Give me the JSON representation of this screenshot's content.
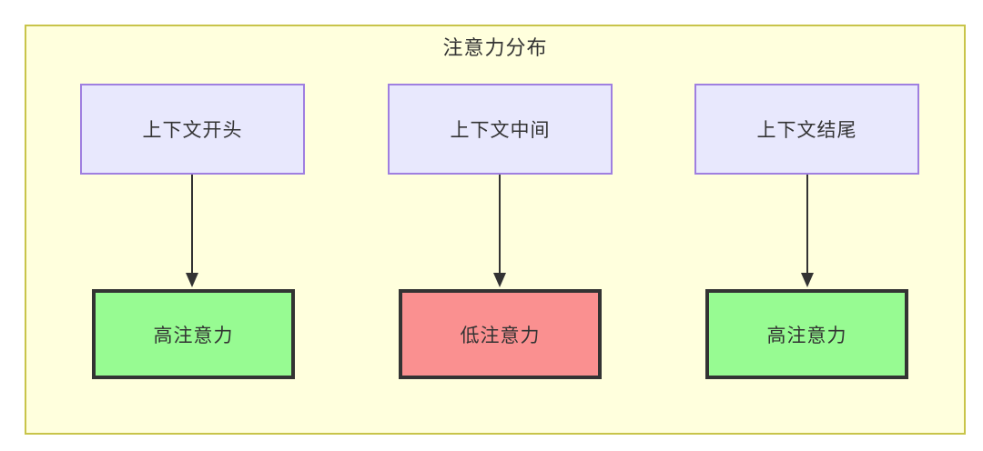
{
  "diagram": {
    "title": "注意力分布",
    "container": {
      "fill": "#ffffdd",
      "stroke": "#c8c44a"
    },
    "context_nodes": [
      {
        "id": "context-start",
        "label": "上下文开头",
        "fill": "#e8e8fd",
        "stroke": "#9f7fe0"
      },
      {
        "id": "context-middle",
        "label": "上下文中间",
        "fill": "#e8e8fd",
        "stroke": "#9f7fe0"
      },
      {
        "id": "context-end",
        "label": "上下文结尾",
        "fill": "#e8e8fd",
        "stroke": "#9f7fe0"
      }
    ],
    "attention_nodes": [
      {
        "id": "attention-high-start",
        "label": "高注意力",
        "fill": "#97fb92",
        "stroke": "#333333"
      },
      {
        "id": "attention-low-middle",
        "label": "低注意力",
        "fill": "#fa9090",
        "stroke": "#333333"
      },
      {
        "id": "attention-high-end",
        "label": "高注意力",
        "fill": "#97fb92",
        "stroke": "#333333"
      }
    ],
    "edges": [
      {
        "from": "context-start",
        "to": "attention-high-start",
        "arrow": "arrow-down-icon",
        "color": "#333333"
      },
      {
        "from": "context-middle",
        "to": "attention-low-middle",
        "arrow": "arrow-down-icon",
        "color": "#333333"
      },
      {
        "from": "context-end",
        "to": "attention-high-end",
        "arrow": "arrow-down-icon",
        "color": "#333333"
      }
    ]
  }
}
